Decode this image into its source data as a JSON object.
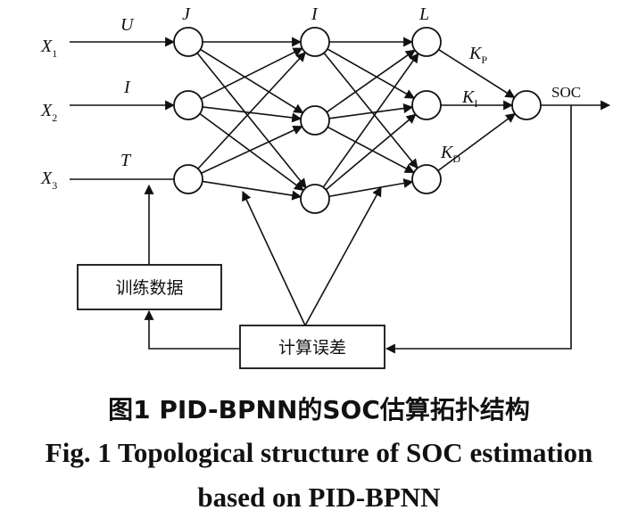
{
  "inputs": [
    {
      "x": "X",
      "sub": "1",
      "signal": "U"
    },
    {
      "x": "X",
      "sub": "2",
      "signal": "I"
    },
    {
      "x": "X",
      "sub": "3",
      "signal": "T"
    }
  ],
  "layers": {
    "input": "J",
    "hidden": "I",
    "output": "L"
  },
  "gains": [
    {
      "k": "K",
      "sub": "P"
    },
    {
      "k": "K",
      "sub": "I"
    },
    {
      "k": "K",
      "sub": "D"
    }
  ],
  "output_label": "SOC",
  "boxes": {
    "training_data": "训练数据",
    "calc_error": "计算误差"
  },
  "caption": {
    "cn": "图1  PID-BPNN的SOC估算拓扑结构",
    "en_line1": "Fig. 1  Topological structure of SOC estimation",
    "en_line2": "based on PID-BPNN"
  }
}
